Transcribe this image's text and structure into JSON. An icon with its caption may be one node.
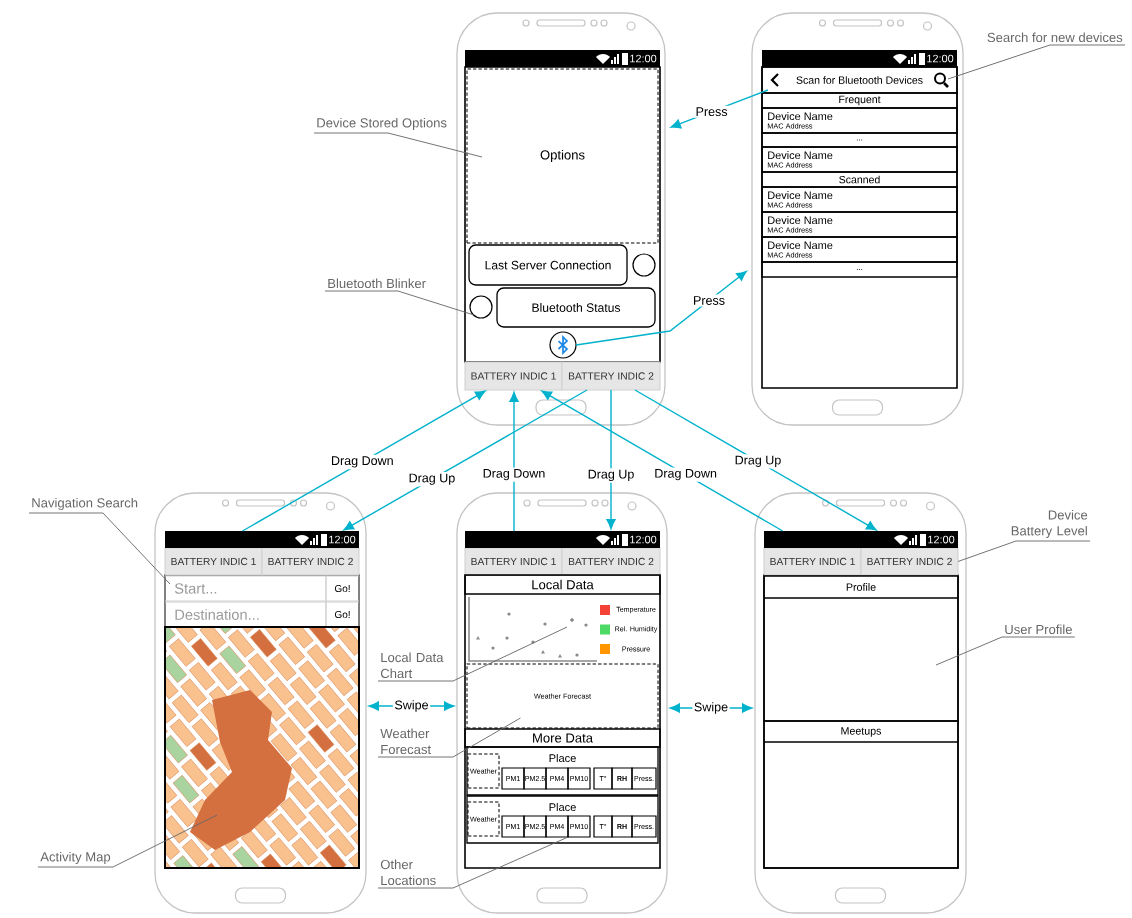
{
  "diagram": {
    "nodes": [
      {
        "text": [],
        "shape": "phone"
      },
      {
        "text": [
          "Options"
        ],
        "in": 0
      },
      {
        "text": [
          "Last Server Connection"
        ],
        "in": 0
      },
      {
        "text": [],
        "shape": "circle",
        "in": 0
      },
      {
        "text": [],
        "shape": "circle",
        "in": 0
      },
      {
        "text": [
          "Bluetooth Status"
        ],
        "in": 0
      },
      {
        "text": [],
        "shape": "circle",
        "in": 0
      },
      {
        "text": [
          "BATTERY INDIC 1"
        ],
        "in": 0
      },
      {
        "text": [
          "BATTERY INDIC 2"
        ],
        "in": 0
      },
      {
        "text": [],
        "shape": "phone"
      },
      {
        "text": [
          "Scan for Bluetooth Devices"
        ],
        "in": 9
      },
      {
        "text": [],
        "shape": "chevron",
        "in": 10
      },
      {
        "text": [],
        "shape": "magnifier",
        "in": 10
      },
      {
        "text": [
          "Frequent"
        ],
        "in": 9
      },
      {
        "text": [
          "Device Name",
          "MAC Address"
        ],
        "in": 9
      },
      {
        "text": [
          "..."
        ],
        "in": 9
      },
      {
        "text": [
          "Device Name",
          "MAC Address"
        ],
        "in": 9
      },
      {
        "text": [
          "Scanned"
        ],
        "in": 9
      },
      {
        "text": [
          "Device Name",
          "MAC Address"
        ],
        "in": 9
      },
      {
        "text": [
          "Device Name",
          "MAC Address"
        ],
        "in": 9
      },
      {
        "text": [
          "Device Name",
          "MAC Address"
        ],
        "in": 9
      },
      {
        "text": [
          "..."
        ],
        "in": 9
      },
      {
        "text": [],
        "shape": "phone"
      },
      {
        "text": [
          "BATTERY INDIC 1"
        ],
        "in": 22
      },
      {
        "text": [
          "BATTERY INDIC 2"
        ],
        "in": 22
      },
      {
        "text": [
          "Start..."
        ],
        "in": 22
      },
      {
        "text": [
          "Go!"
        ],
        "in": 22
      },
      {
        "text": [
          "Destination..."
        ],
        "in": 22
      },
      {
        "text": [
          "Go!"
        ],
        "in": 22
      },
      {
        "text": [],
        "shape": "picture",
        "in": 22
      },
      {
        "text": [],
        "shape": "phone"
      },
      {
        "text": [
          "BATTERY INDIC 1"
        ],
        "in": 30
      },
      {
        "text": [
          "BATTERY INDIC 2"
        ],
        "in": 30
      },
      {
        "text": [
          "Local Data"
        ],
        "in": 30
      },
      {
        "text": [],
        "shape": "picture",
        "in": 30
      },
      {
        "text": [
          "Weather Forecast"
        ],
        "in": 30
      },
      {
        "text": [
          "More Data"
        ],
        "in": 30
      },
      {
        "text": [
          "Place"
        ],
        "in": 30
      },
      {
        "text": [
          "Weather"
        ],
        "in": 37
      },
      {
        "text": [
          "PM1"
        ],
        "in": 37
      },
      {
        "text": [
          "PM2.5"
        ],
        "in": 37
      },
      {
        "text": [
          "PM4"
        ],
        "in": 37
      },
      {
        "text": [
          "PM10"
        ],
        "in": 37
      },
      {
        "text": [
          "T°"
        ],
        "in": 37
      },
      {
        "text": [
          "RH"
        ],
        "in": 37
      },
      {
        "text": [
          "Press."
        ],
        "in": 37
      },
      {
        "text": [
          "Place"
        ],
        "in": 30
      },
      {
        "text": [
          "Weather"
        ],
        "in": 46
      },
      {
        "text": [
          "PM1"
        ],
        "in": 46
      },
      {
        "text": [
          "PM2.5"
        ],
        "in": 46
      },
      {
        "text": [
          "PM4"
        ],
        "in": 46
      },
      {
        "text": [
          "PM10"
        ],
        "in": 46
      },
      {
        "text": [
          "T°"
        ],
        "in": 46
      },
      {
        "text": [
          "RH"
        ],
        "in": 46
      },
      {
        "text": [
          "Press."
        ],
        "in": 46
      },
      {
        "text": [],
        "shape": "phone"
      },
      {
        "text": [
          "BATTERY INDIC 1"
        ],
        "in": 55
      },
      {
        "text": [
          "BATTERY INDIC 2"
        ],
        "in": 55
      },
      {
        "text": [
          "Profile"
        ],
        "in": 55
      },
      {
        "text": [
          "Meetups"
        ],
        "in": 55
      },
      {
        "text": [
          "Device Stored Options"
        ]
      },
      {
        "text": [
          "Bluetooth Blinker"
        ]
      },
      {
        "text": [
          "Search for new devices"
        ]
      },
      {
        "text": [
          "Navigation Search"
        ]
      },
      {
        "text": [
          "Activity Map"
        ]
      },
      {
        "text": [
          "Local Data Chart"
        ]
      },
      {
        "text": [
          "Weather Forecast"
        ]
      },
      {
        "text": [
          "Other Locations"
        ]
      },
      {
        "text": [
          "Device Battery Level"
        ]
      },
      {
        "text": [
          "User Profile"
        ]
      },
      {
        "text": [
          "12:00"
        ],
        "in": 0
      },
      {
        "text": [
          "12:00"
        ],
        "in": 9
      },
      {
        "text": [
          "12:00"
        ],
        "in": 22
      },
      {
        "text": [
          "12:00"
        ],
        "in": 30
      },
      {
        "text": [
          "12:00"
        ],
        "in": 55
      }
    ],
    "edges": [
      {
        "from": 11,
        "to": 0,
        "arrow": "to",
        "label": "Press"
      },
      {
        "from": 6,
        "to": 9,
        "arrow": "to",
        "label": "Press"
      },
      {
        "from": 72,
        "to": 7,
        "arrow": "to",
        "label": "Drag Down"
      },
      {
        "from": 8,
        "to": 72,
        "arrow": "to",
        "label": "Drag Up"
      },
      {
        "from": 73,
        "to": 7,
        "arrow": "to",
        "label": "Drag Down"
      },
      {
        "from": 8,
        "to": 73,
        "arrow": "to",
        "label": "Drag Up"
      },
      {
        "from": 74,
        "to": 7,
        "arrow": "to",
        "label": "Drag Down"
      },
      {
        "from": 8,
        "to": 74,
        "arrow": "to",
        "label": "Drag Up"
      },
      {
        "from": 22,
        "to": 30,
        "arrow": "both",
        "label": "Swipe"
      },
      {
        "from": 30,
        "to": 55,
        "arrow": "both",
        "label": "Swipe"
      },
      {
        "from": 60,
        "to": 1,
        "arrow": "none",
        "color": "#666666"
      },
      {
        "from": 61,
        "to": 4,
        "arrow": "none",
        "color": "#666666"
      },
      {
        "from": 62,
        "to": 12,
        "arrow": "none",
        "color": "#666666"
      },
      {
        "from": 63,
        "to": 25,
        "arrow": "none",
        "color": "#666666"
      },
      {
        "from": 64,
        "to": 29,
        "arrow": "none",
        "color": "#666666"
      },
      {
        "from": 65,
        "to": 34,
        "arrow": "none",
        "color": "#666666"
      },
      {
        "from": 66,
        "to": 35,
        "arrow": "none",
        "color": "#666666"
      },
      {
        "from": 67,
        "to": 46,
        "arrow": "none",
        "color": "#666666"
      },
      {
        "from": 68,
        "to": 57,
        "arrow": "none",
        "color": "#666666"
      },
      {
        "from": 69,
        "to": 58,
        "arrow": "none",
        "color": "#666666"
      }
    ],
    "legend": [
      {
        "text": "Temperature",
        "color": "#f44336"
      },
      {
        "text": "Rel. Humidity",
        "color": "#4cd964"
      },
      {
        "text": "Pressure",
        "color": "#ff9500"
      }
    ]
  }
}
